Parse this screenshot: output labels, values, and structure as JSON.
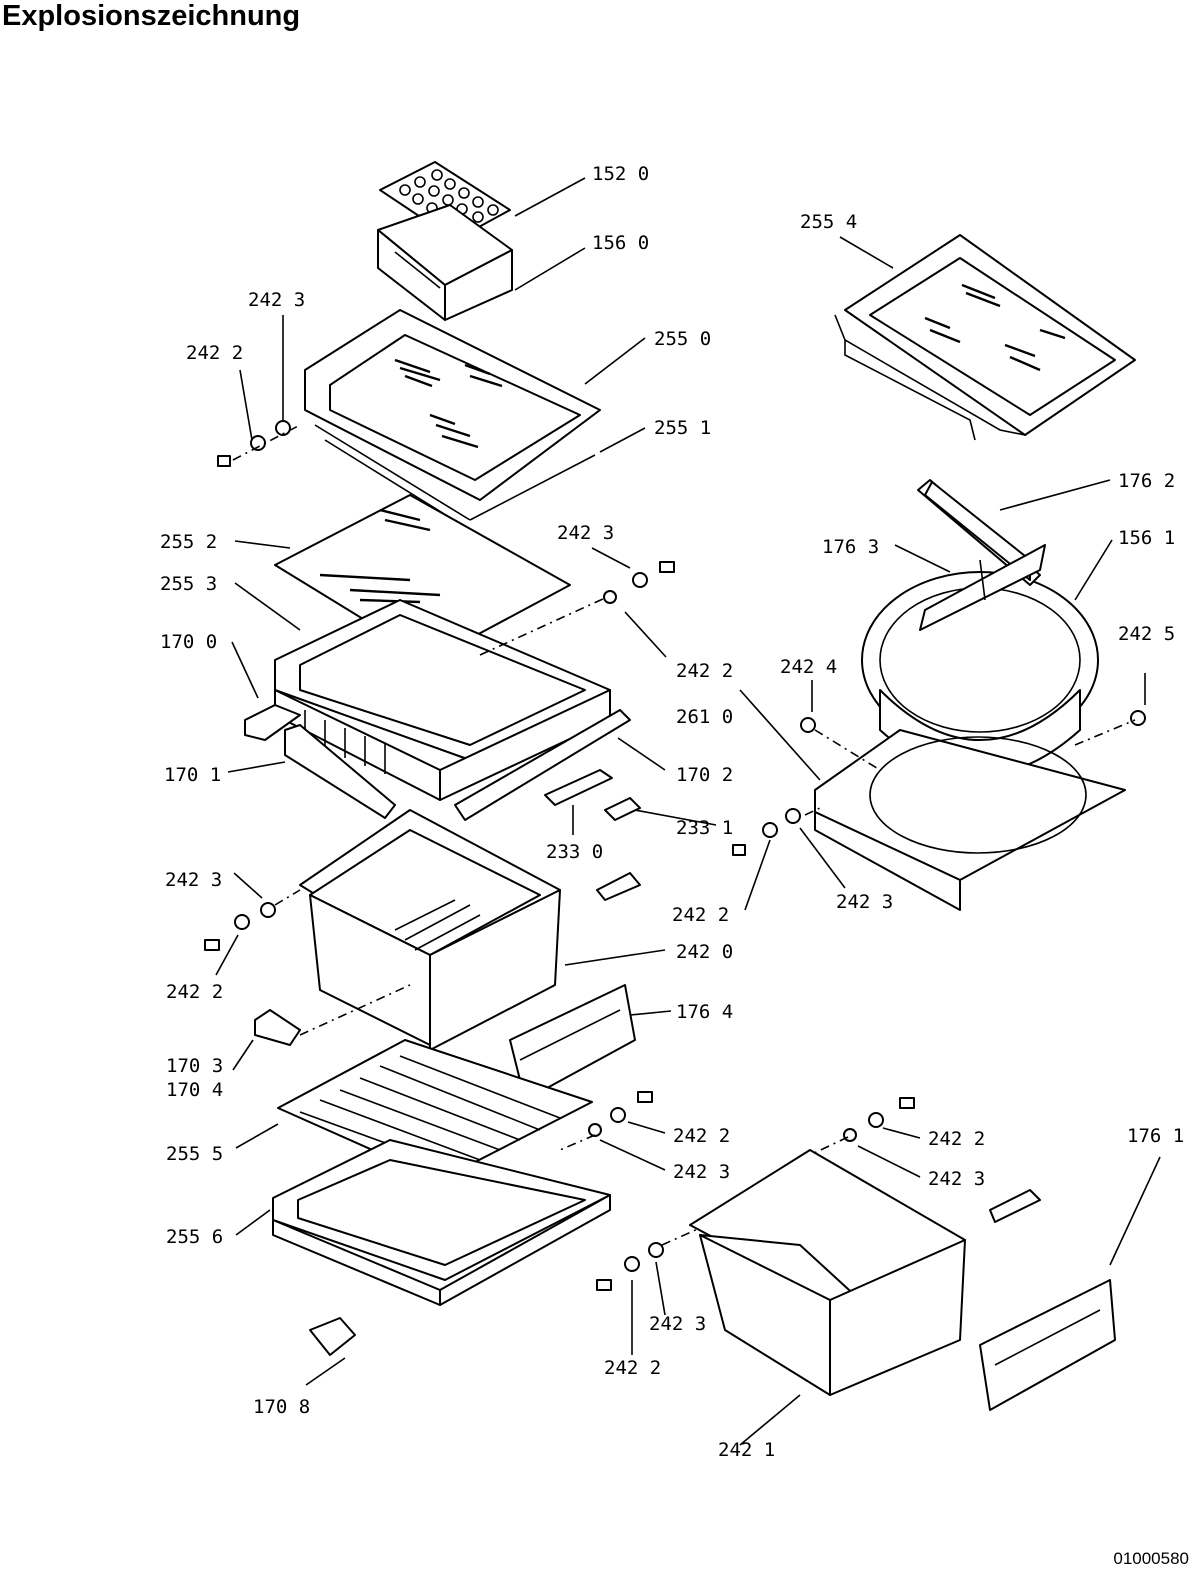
{
  "title": "Explosionszeichnung",
  "document_number": "01000580",
  "callouts": [
    {
      "id": "c1520",
      "text": "152 0"
    },
    {
      "id": "c1560",
      "text": "156 0"
    },
    {
      "id": "c2554",
      "text": "255 4"
    },
    {
      "id": "c2423a",
      "text": "242 3"
    },
    {
      "id": "c2422a",
      "text": "242 2"
    },
    {
      "id": "c2550",
      "text": "255 0"
    },
    {
      "id": "c2551",
      "text": "255 1"
    },
    {
      "id": "c1762",
      "text": "176 2"
    },
    {
      "id": "c2552",
      "text": "255 2"
    },
    {
      "id": "c2423b",
      "text": "242 3"
    },
    {
      "id": "c1763",
      "text": "176 3"
    },
    {
      "id": "c1561",
      "text": "156 1"
    },
    {
      "id": "c2553",
      "text": "255 3"
    },
    {
      "id": "c1700",
      "text": "170 0"
    },
    {
      "id": "c2422b",
      "text": "242 2"
    },
    {
      "id": "c2424",
      "text": "242 4"
    },
    {
      "id": "c2425",
      "text": "242 5"
    },
    {
      "id": "c2610",
      "text": "261 0"
    },
    {
      "id": "c1701",
      "text": "170 1"
    },
    {
      "id": "c1702",
      "text": "170 2"
    },
    {
      "id": "c2331",
      "text": "233 1"
    },
    {
      "id": "c2330",
      "text": "233 0"
    },
    {
      "id": "c2423c",
      "text": "242 3"
    },
    {
      "id": "c2422c",
      "text": "242 2"
    },
    {
      "id": "c2423d",
      "text": "242 3"
    },
    {
      "id": "c2422d",
      "text": "242 2"
    },
    {
      "id": "c2420",
      "text": "242 0"
    },
    {
      "id": "c1764",
      "text": "176 4"
    },
    {
      "id": "c1703",
      "text": "170 3"
    },
    {
      "id": "c1704",
      "text": "170 4"
    },
    {
      "id": "c2422e",
      "text": "242 2"
    },
    {
      "id": "c2423e",
      "text": "242 3"
    },
    {
      "id": "c2422f",
      "text": "242 2"
    },
    {
      "id": "c2423f",
      "text": "242 3"
    },
    {
      "id": "c2555",
      "text": "255 5"
    },
    {
      "id": "c1761",
      "text": "176 1"
    },
    {
      "id": "c2556",
      "text": "255 6"
    },
    {
      "id": "c2423g",
      "text": "242 3"
    },
    {
      "id": "c2422g",
      "text": "242 2"
    },
    {
      "id": "c1708",
      "text": "170 8"
    },
    {
      "id": "c2421",
      "text": "242 1"
    }
  ]
}
